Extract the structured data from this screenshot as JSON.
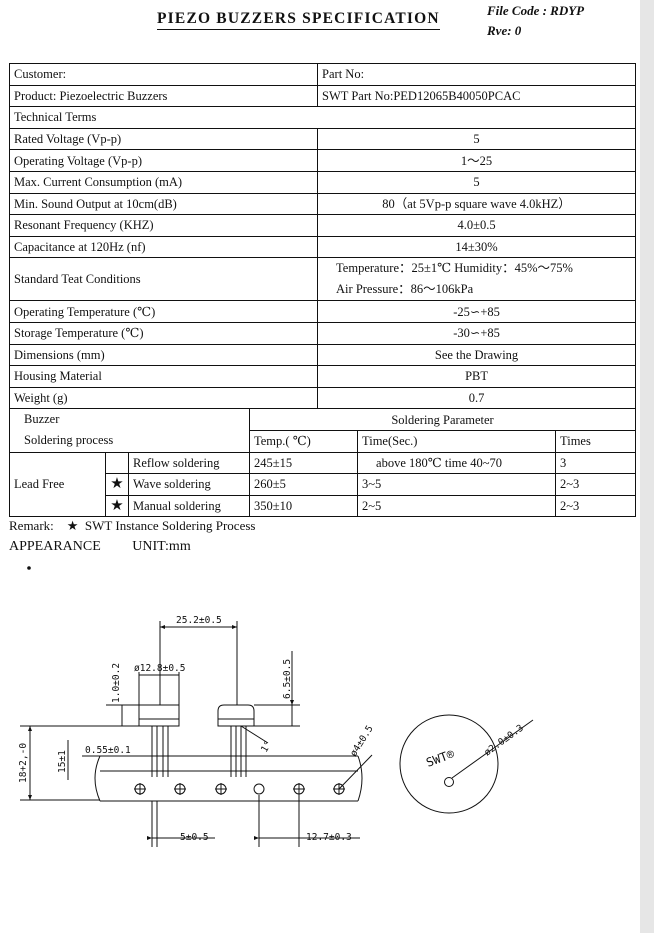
{
  "header": {
    "title": "PIEZO BUZZERS SPECIFICATION",
    "file_code": "File Code : RDYP",
    "revision": "Rve: 0"
  },
  "spec": {
    "customer_label": "Customer:",
    "part_no_label": "Part No:",
    "product": "Product: Piezoelectric Buzzers",
    "swt_part": "SWT Part No:PED12065B40050PCAC",
    "technical_terms": "Technical Terms",
    "rows": [
      {
        "label": "Rated Voltage (Vp-p)",
        "value": "5"
      },
      {
        "label": "Operating Voltage (Vp-p)",
        "value": "1～25"
      },
      {
        "label": "Max. Current Consumption (mA)",
        "value": "5"
      },
      {
        "label": "Min. Sound Output at 10cm(dB)",
        "value": "80（at 5Vp-p square wave 4.0kHZ）"
      },
      {
        "label": "Resonant Frequency (KHZ)",
        "value": "4.0±0.5"
      },
      {
        "label": "Capacitance at 120Hz (nf)",
        "value": "14±30%"
      }
    ],
    "test_conditions": {
      "label": "Standard Teat Conditions",
      "line1": "Temperature：25±1℃ Humidity：45%～75%",
      "line2": "Air Pressure：86～106kPa"
    },
    "rows2": [
      {
        "label": "Operating Temperature (℃)",
        "value": "-25∽+85"
      },
      {
        "label": "Storage Temperature (℃)",
        "value": "-30∽+85"
      },
      {
        "label": "Dimensions (mm)",
        "value": "See the Drawing"
      }
    ],
    "housing": {
      "label": "Housing Material",
      "value": "PBT"
    },
    "weight": {
      "label": "Weight (g)",
      "value": "0.7"
    }
  },
  "soldering": {
    "buzzer_label": "Buzzer",
    "process_label": "Soldering process",
    "parameter_label": "Soldering  Parameter",
    "col_temp": "Temp.( ℃)",
    "col_time": "Time(Sec.)",
    "col_times": "Times",
    "lead_free": "Lead Free",
    "star": "★",
    "rows": [
      {
        "method": "Reflow soldering",
        "starred": false,
        "temp": "245±15",
        "time": "above  180℃ time 40~70",
        "times": "3"
      },
      {
        "method": "Wave soldering",
        "starred": true,
        "temp": "260±5",
        "time": "3~5",
        "times": "2~3"
      },
      {
        "method": "Manual  soldering",
        "starred": true,
        "temp": "350±10",
        "time": "2~5",
        "times": "2~3"
      }
    ]
  },
  "remark": {
    "label": "Remark:",
    "star": "★",
    "text": "SWT Instance Soldering Process"
  },
  "appearance": {
    "label": "APPEARANCE",
    "unit": "UNIT:mm"
  },
  "drawing": {
    "dim_pitch_total": "25.2±0.5",
    "dim_diameter": "ø12.8±0.5",
    "dim_height_top": "1.0±0.2",
    "dim_height_right": "6.5±0.5",
    "dim_lead": "0.55±0.1",
    "dim_tape_height": "18+2,-0",
    "dim_body_seat": "15±1",
    "dim_angle": "1°",
    "dim_hole": "ø4±0.5",
    "dim_pin_pitch": "5±0.5",
    "dim_hole_pitch": "12.7±0.3",
    "dim_vent": "ø2.0±0.3",
    "top_marking": "SWT®"
  }
}
